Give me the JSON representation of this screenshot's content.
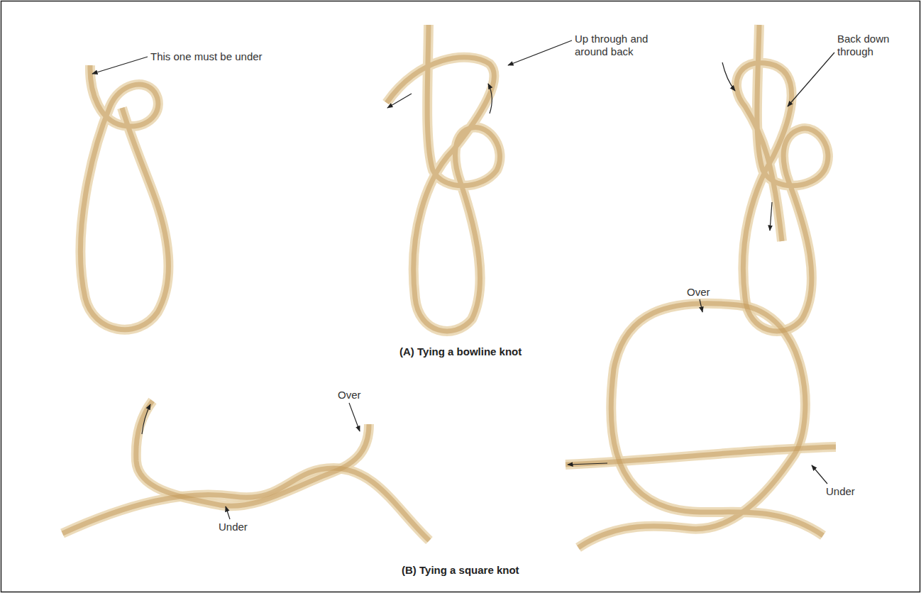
{
  "diagram": {
    "labels": [
      "This one must be under",
      "Up through and around back",
      "Back down through",
      "(A) Tying a bowline knot",
      "Over",
      "Under",
      "Over",
      "Under",
      "(B) Tying a square knot"
    ]
  }
}
